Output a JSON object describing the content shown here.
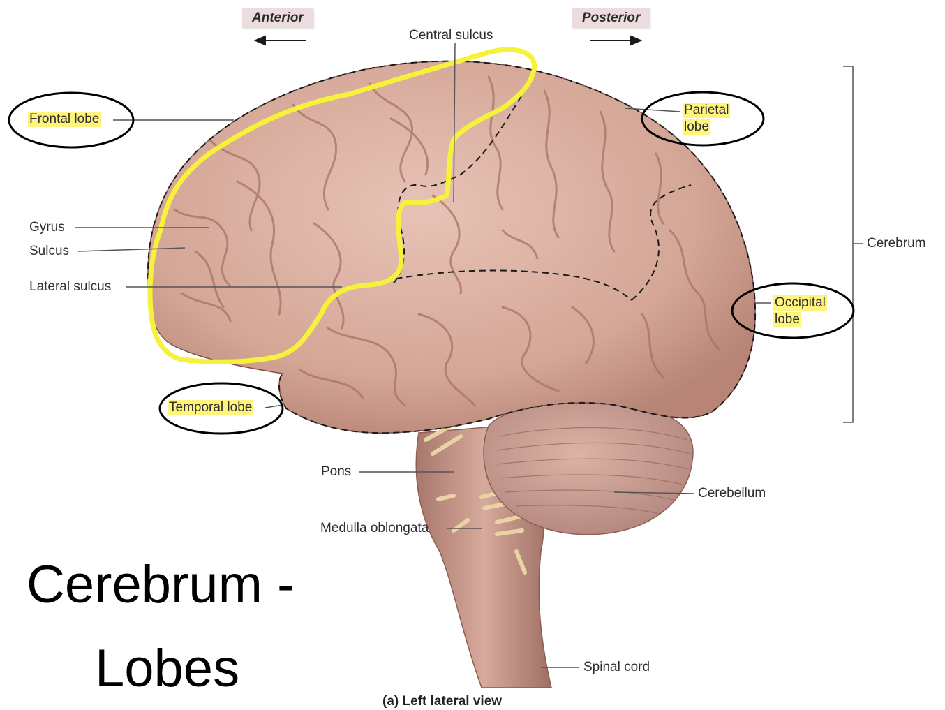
{
  "header": {
    "anterior": "Anterior",
    "posterior": "Posterior"
  },
  "labels": {
    "central_sulcus": "Central sulcus",
    "frontal_lobe": "Frontal lobe",
    "parietal_lobe_line1": "Parietal",
    "parietal_lobe_line2": "lobe",
    "gyrus": "Gyrus",
    "sulcus": "Sulcus",
    "lateral_sulcus": "Lateral sulcus",
    "cerebrum": "Cerebrum",
    "occipital_lobe_line1": "Occipital",
    "occipital_lobe_line2": "lobe",
    "temporal_lobe": "Temporal lobe",
    "pons": "Pons",
    "cerebellum": "Cerebellum",
    "medulla_oblongata": "Medulla oblongata",
    "spinal_cord": "Spinal cord"
  },
  "slide_title": {
    "line1": "Cerebrum -",
    "line2": "Lobes"
  },
  "caption": "(a) Left lateral view",
  "colors": {
    "brain_fill": "#d9ad9f",
    "brain_shadow": "#b9867a",
    "highlight_yellow": "#f5f23a",
    "circle_annotation": "#000000"
  }
}
